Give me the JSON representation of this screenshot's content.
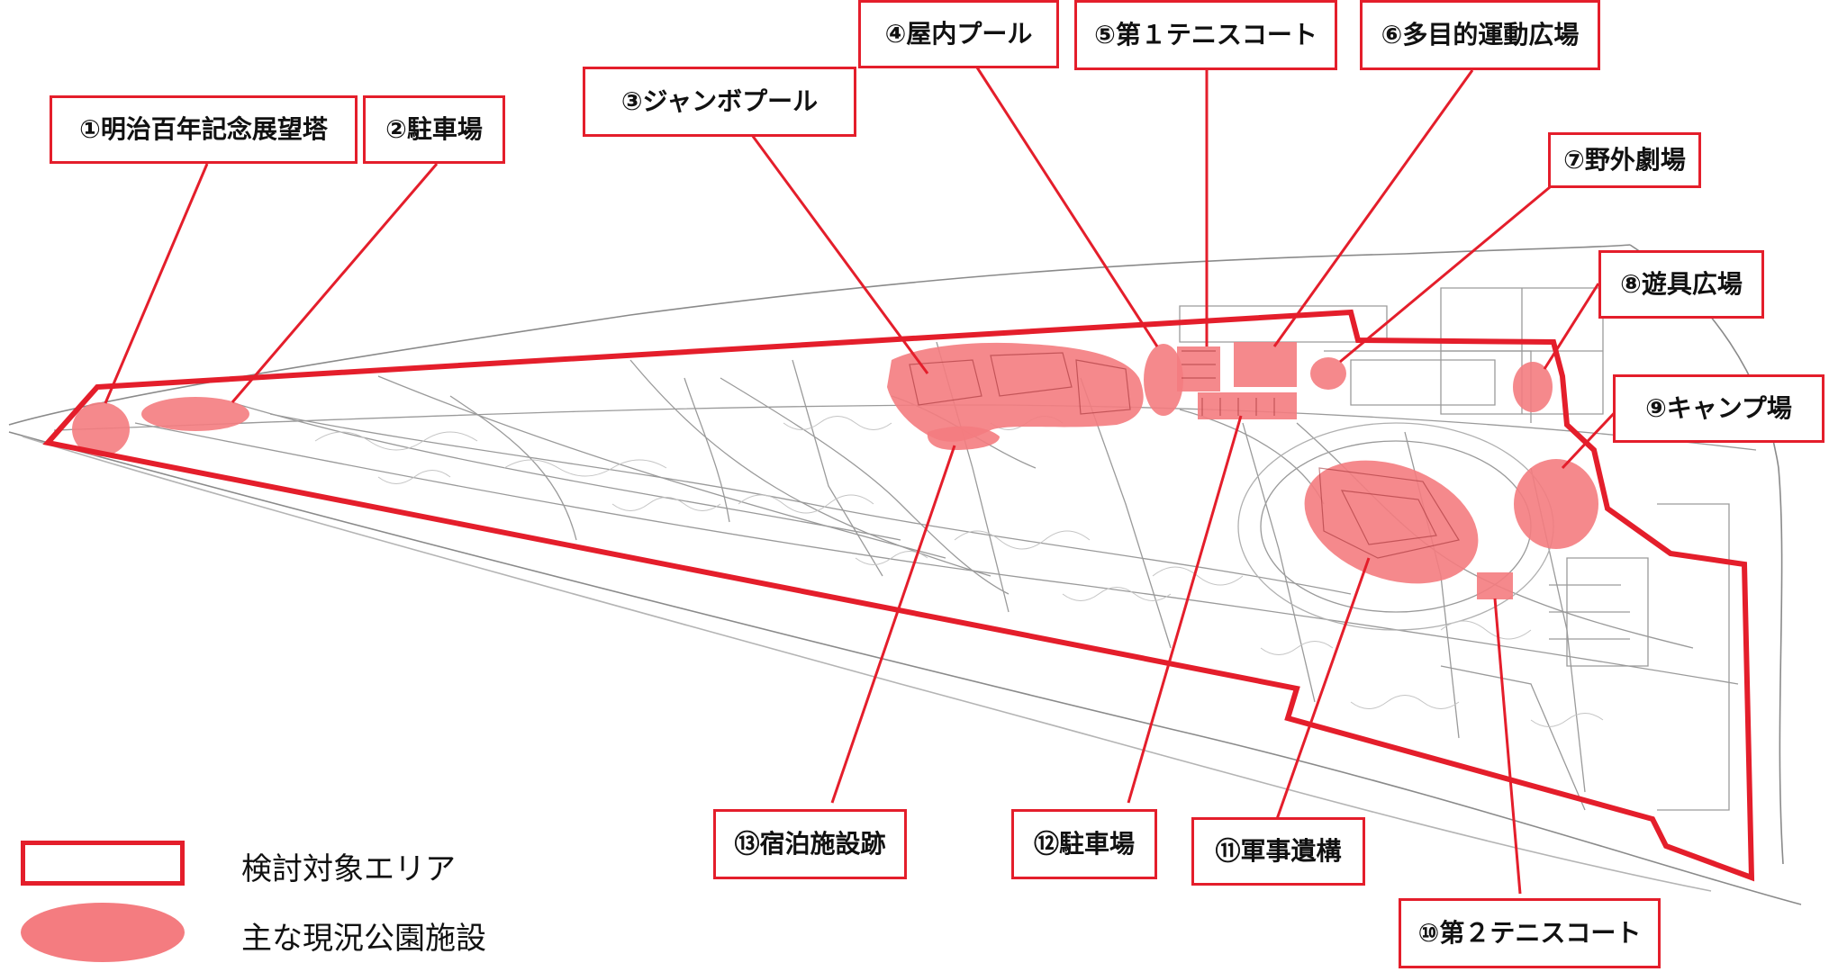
{
  "map": {
    "boundary_color": "#e41e2b",
    "facility_color": "#f47c80",
    "labels": [
      {
        "id": "l1",
        "text": "①明治百年記念展望塔"
      },
      {
        "id": "l2",
        "text": "②駐車場"
      },
      {
        "id": "l3",
        "text": "③ジャンボプール"
      },
      {
        "id": "l4",
        "text": "④屋内プール"
      },
      {
        "id": "l5",
        "text": "⑤第１テニスコート"
      },
      {
        "id": "l6",
        "text": "⑥多目的運動広場"
      },
      {
        "id": "l7",
        "text": "⑦野外劇場"
      },
      {
        "id": "l8",
        "text": "⑧遊具広場"
      },
      {
        "id": "l9",
        "text": "⑨キャンプ場"
      },
      {
        "id": "l10",
        "text": "⑩第２テニスコート"
      },
      {
        "id": "l11",
        "text": "⑪軍事遺構"
      },
      {
        "id": "l12",
        "text": "⑫駐車場"
      },
      {
        "id": "l13",
        "text": "⑬宿泊施設跡"
      }
    ]
  },
  "legend": {
    "boundary_label": "検討対象エリア",
    "facility_label": "主な現況公園施設"
  }
}
